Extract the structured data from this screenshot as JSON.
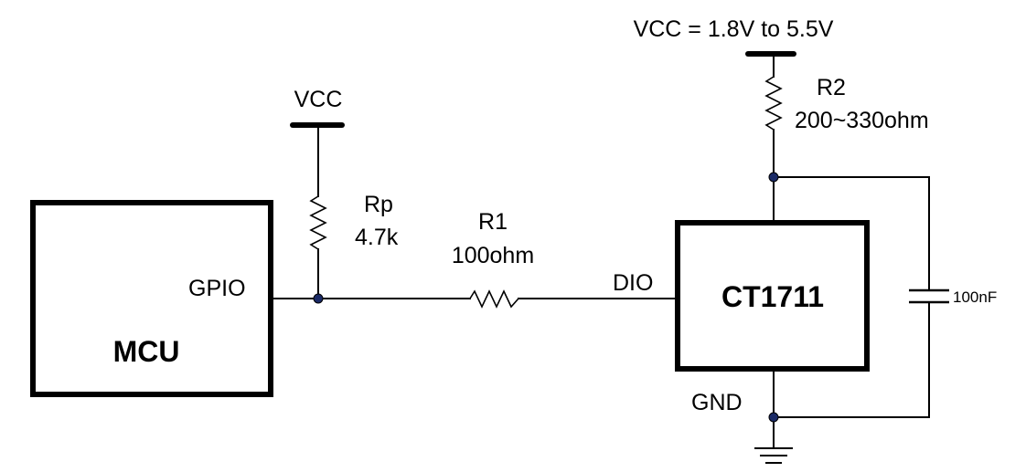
{
  "labels": {
    "vcc_top": "VCC = 1.8V to 5.5V",
    "vcc_left": "VCC",
    "r2_name": "R2",
    "r2_value": "200~330ohm",
    "rp_name": "Rp",
    "rp_value": "4.7k",
    "r1_name": "R1",
    "r1_value": "100ohm",
    "gpio": "GPIO",
    "dio": "DIO",
    "mcu": "MCU",
    "chip": "CT1711",
    "cap_value": "100nF",
    "gnd": "GND"
  }
}
